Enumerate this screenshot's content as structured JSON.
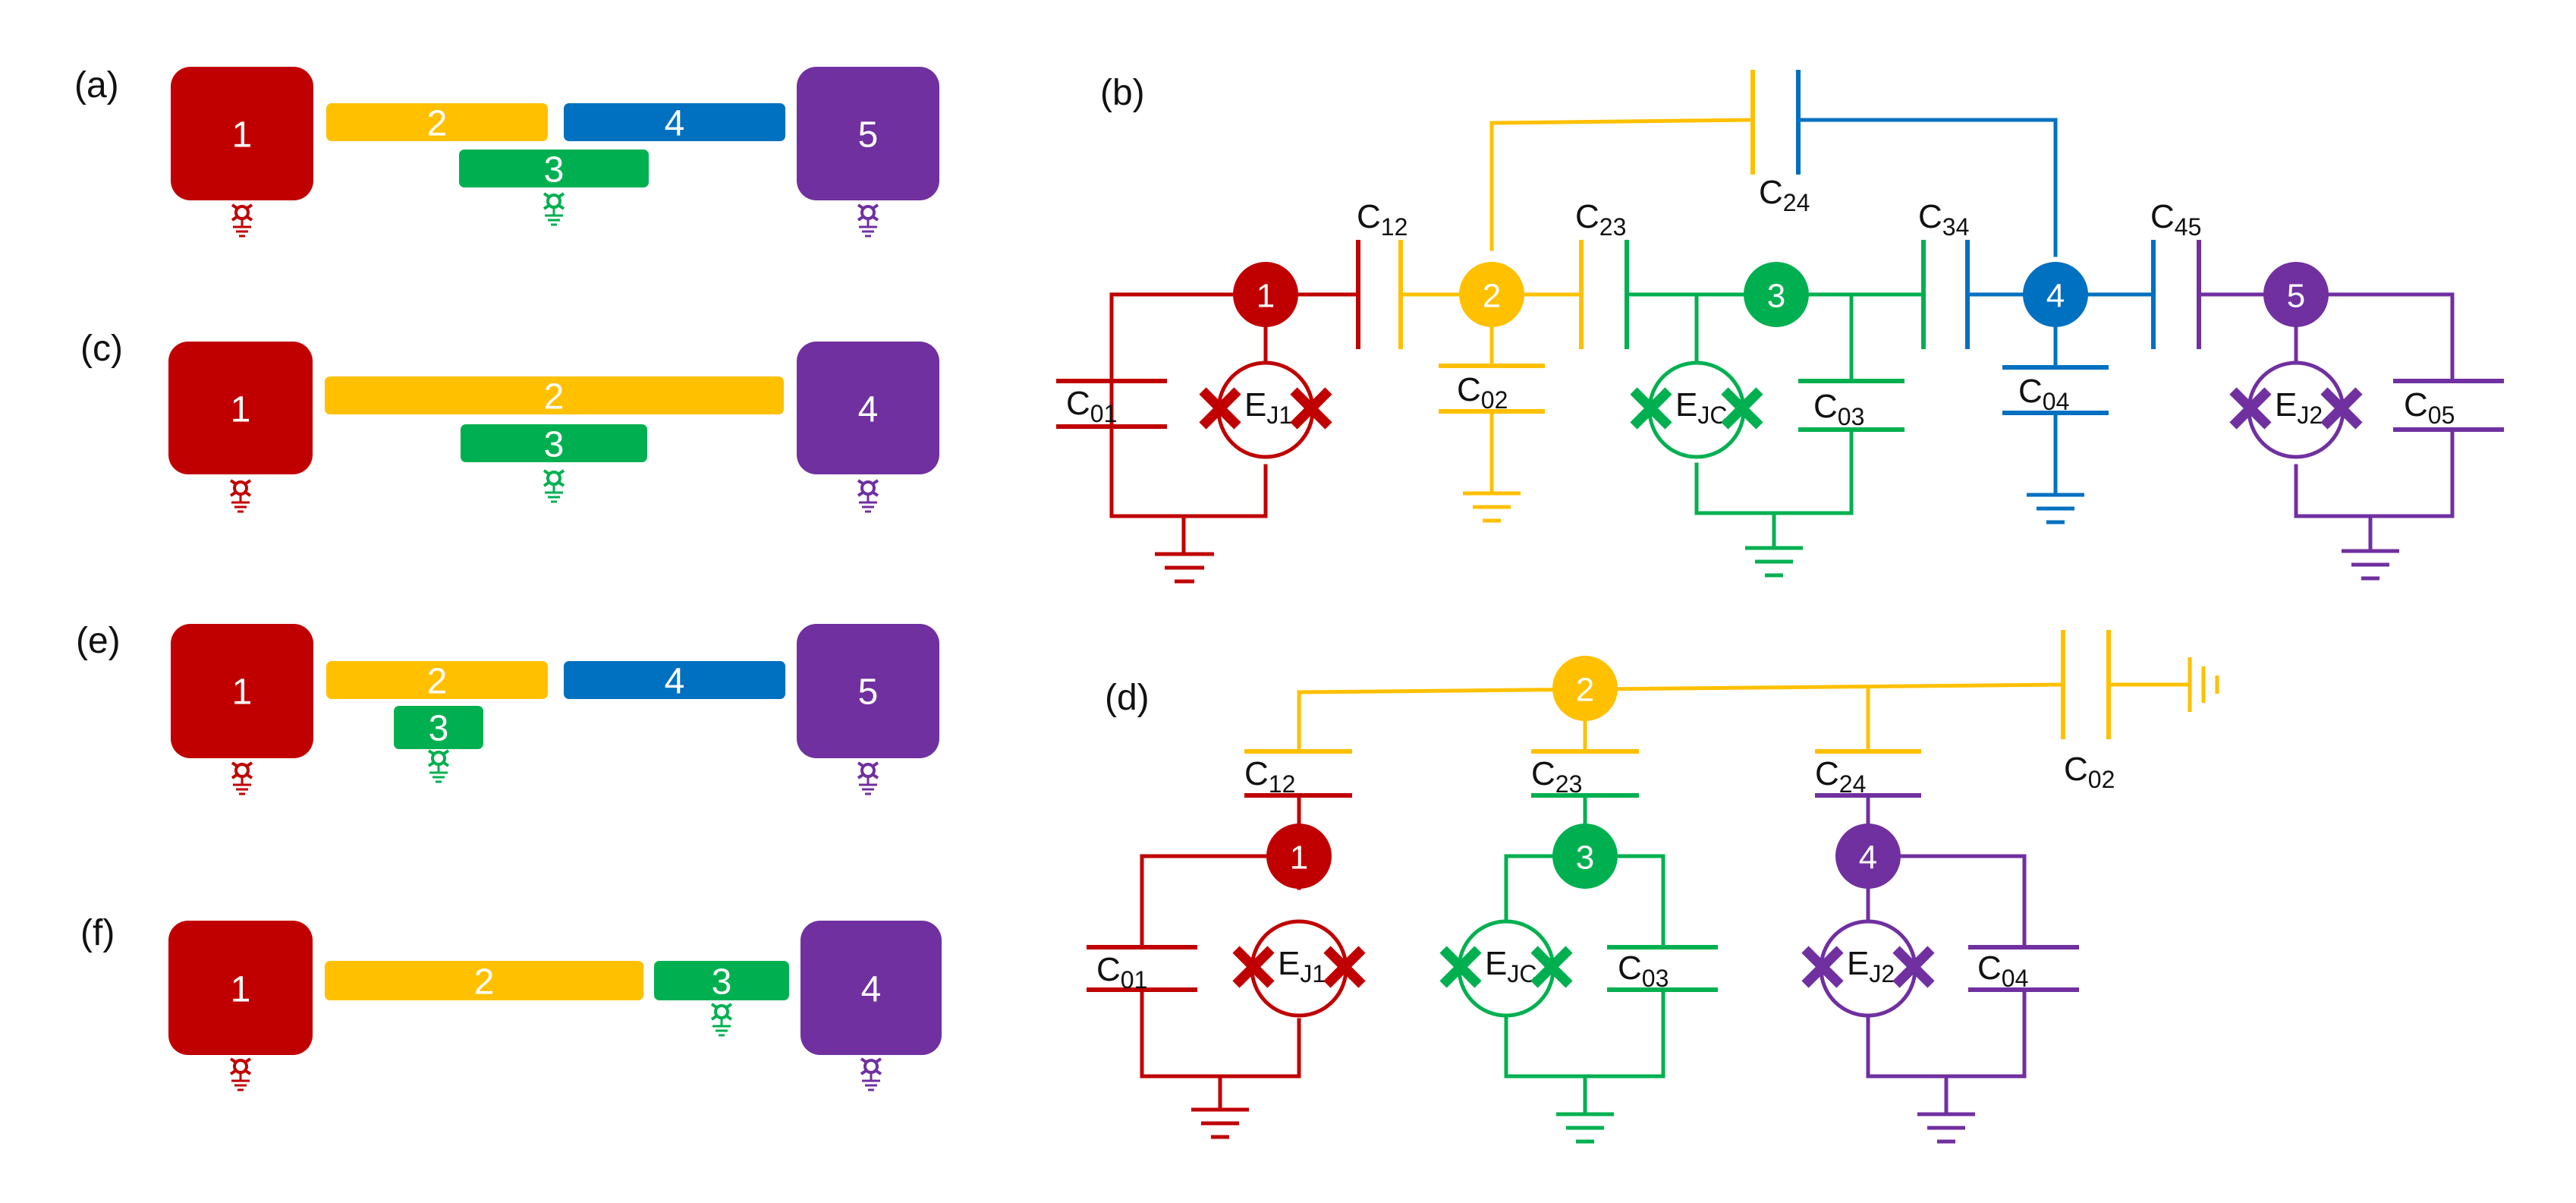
{
  "colors": {
    "red": "#c00000",
    "yellow": "#ffc000",
    "green": "#00b050",
    "blue": "#0070c0",
    "purple": "#7030a0"
  },
  "panels": {
    "a": {
      "label": "(a)",
      "blocks": [
        "1",
        "2",
        "3",
        "4",
        "5"
      ]
    },
    "c": {
      "label": "(c)",
      "blocks": [
        "1",
        "2",
        "3",
        "4"
      ]
    },
    "e": {
      "label": "(e)",
      "blocks": [
        "1",
        "2",
        "3",
        "4",
        "5"
      ]
    },
    "f": {
      "label": "(f)",
      "blocks": [
        "1",
        "2",
        "3",
        "4"
      ]
    },
    "b": {
      "label": "(b)",
      "nodes": [
        "1",
        "2",
        "3",
        "4",
        "5"
      ],
      "caps": {
        "c12": {
          "main": "C",
          "sub": "12"
        },
        "c23": {
          "main": "C",
          "sub": "23"
        },
        "c34": {
          "main": "C",
          "sub": "34"
        },
        "c45": {
          "main": "C",
          "sub": "45"
        },
        "c24": {
          "main": "C",
          "sub": "24"
        },
        "c01": {
          "main": "C",
          "sub": "01"
        },
        "c02": {
          "main": "C",
          "sub": "02"
        },
        "c03": {
          "main": "C",
          "sub": "03"
        },
        "c04": {
          "main": "C",
          "sub": "04"
        },
        "c05": {
          "main": "C",
          "sub": "05"
        }
      },
      "junctions": {
        "j1": {
          "main": "E",
          "sub": "J1"
        },
        "jc": {
          "main": "E",
          "sub": "JC"
        },
        "j2": {
          "main": "E",
          "sub": "J2"
        }
      }
    },
    "d": {
      "label": "(d)",
      "nodes": [
        "2",
        "1",
        "3",
        "4"
      ],
      "caps": {
        "c12": {
          "main": "C",
          "sub": "12"
        },
        "c23": {
          "main": "C",
          "sub": "23"
        },
        "c24": {
          "main": "C",
          "sub": "24"
        },
        "c02": {
          "main": "C",
          "sub": "02"
        },
        "c01": {
          "main": "C",
          "sub": "01"
        },
        "c03": {
          "main": "C",
          "sub": "03"
        },
        "c04": {
          "main": "C",
          "sub": "04"
        }
      },
      "junctions": {
        "j1": {
          "main": "E",
          "sub": "J1"
        },
        "jc": {
          "main": "E",
          "sub": "JC"
        },
        "j2": {
          "main": "E",
          "sub": "J2"
        }
      }
    }
  }
}
